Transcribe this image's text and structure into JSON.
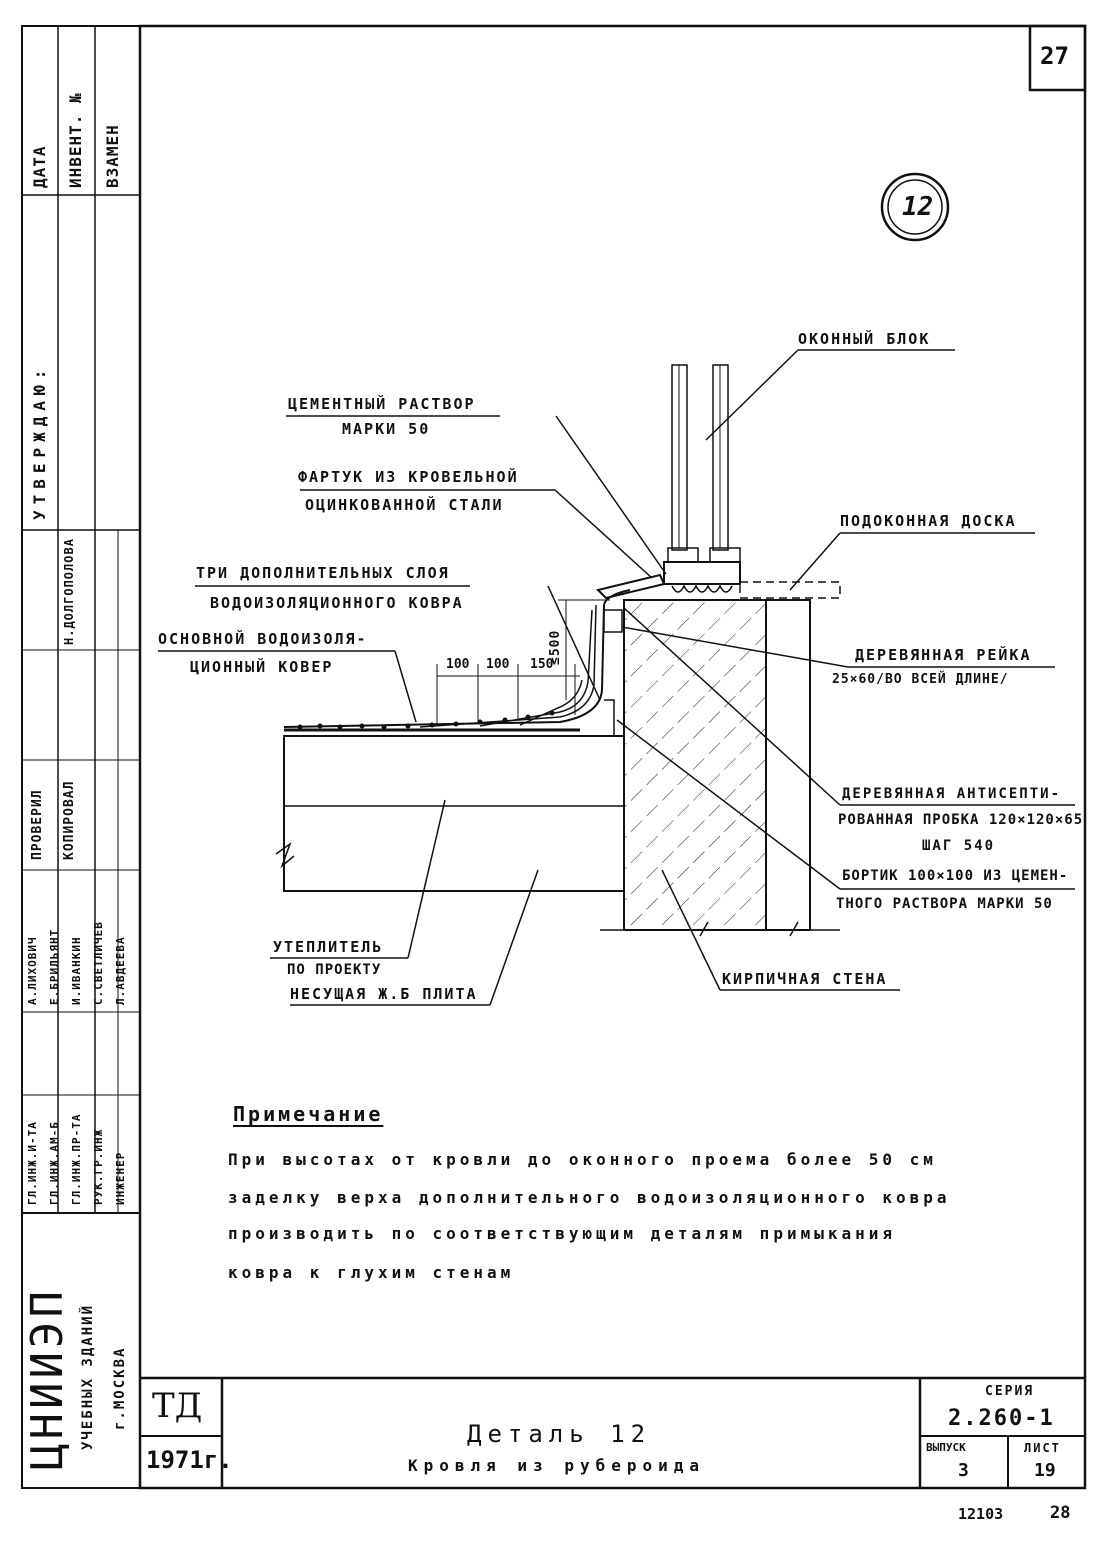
{
  "page_number": "27",
  "detail_marker": "12",
  "labels": {
    "window_block": "ОКОННЫЙ БЛОК",
    "cement_mortar_1": "ЦЕМЕНТНЫЙ РАСТВОР",
    "cement_mortar_2": "МАРКИ 50",
    "apron_1": "ФАРТУК ИЗ КРОВЕЛЬНОЙ",
    "apron_2": "ОЦИНКОВАННОЙ СТАЛИ",
    "sill_board": "ПОДОКОННАЯ ДОСКА",
    "three_layers_1": "ТРИ ДОПОЛНИТЕЛЬНЫХ СЛОЯ",
    "three_layers_2": "ВОДОИЗОЛЯЦИОННОГО КОВРА",
    "main_carpet_1": "ОСНОВНОЙ ВОДОИЗОЛЯ-",
    "main_carpet_2": "ЦИОННЫЙ КОВЕР",
    "dim_100a": "100",
    "dim_100b": "100",
    "dim_150": "150",
    "dim_500": "≤500",
    "wood_strip_1": "ДЕРЕВЯННАЯ РЕЙКА",
    "wood_strip_2": "25×60/ВО ВСЕЙ ДЛИНЕ/",
    "wood_plug_1": "ДЕРЕВЯННАЯ АНТИСЕПТИ-",
    "wood_plug_2": "РОВАННАЯ ПРОБКА 120×120×65",
    "wood_plug_3": "ШАГ 540",
    "curb_1": "БОРТИК 100×100 ИЗ ЦЕМЕН-",
    "curb_2": "ТНОГО РАСТВОРА МАРКИ 50",
    "insulation_1": "УТЕПЛИТЕЛЬ",
    "insulation_2": "ПО ПРОЕКТУ",
    "slab": "НЕСУЩАЯ Ж.Б ПЛИТА",
    "brick_wall": "КИРПИЧНАЯ СТЕНА"
  },
  "note": {
    "title": "Примечание",
    "lines": [
      "При высотах от кровли до оконного проема более 50 см",
      "заделку верха дополнительного водоизоляционного ковра",
      "производить по соответствующим деталям примыкания",
      "ковра к глухим стенам"
    ]
  },
  "stamp": {
    "col1": [
      "ДАТА",
      "ИНВЕНТ. №",
      "ВЗАМЕН"
    ],
    "approved": "УТВЕРЖДАЮ:",
    "heads": [
      "ГЛ.ИНЖ.И-ТА",
      "ГЛ.ИНЖ.АМ-Б",
      "ГЛ.ИНЖ.ПР-ТА",
      "РУК.ГР.ИНЖ",
      "ИНЖЕНЕР"
    ],
    "names": [
      "А.ЛИХОВИЧ",
      "Е.БРИЛЬЯНТ",
      "И.ИВАНКИН",
      "С.СВЕТЛИЧЕВ",
      "Л.АВДЕЕВА"
    ],
    "check": "ПРОВЕРИЛ",
    "copied": "КОПИРОВАЛ",
    "copier": "Н.ДОЛГОПОЛОВА",
    "institute": "ЦНИИЭП",
    "institute_sub": "УЧЕБНЫХ ЗДАНИЙ",
    "city": "г.МОСКВА"
  },
  "title_block": {
    "code": "ТД",
    "year": "1971г.",
    "title": "Деталь 12",
    "subtitle": "Кровля из рубероида",
    "series_label": "СЕРИЯ",
    "series": "2.260-1",
    "issue_label": "ВЫПУСК",
    "issue": "3",
    "sheet_label": "ЛИСТ",
    "sheet": "19"
  },
  "footer": {
    "order": "12103",
    "page": "28"
  }
}
